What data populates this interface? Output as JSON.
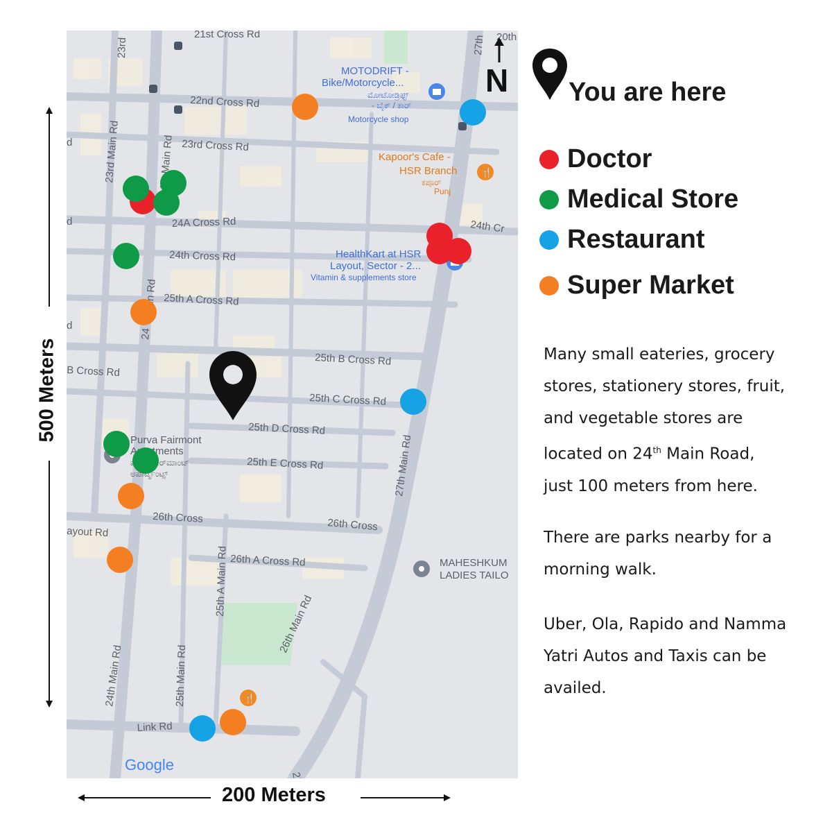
{
  "map": {
    "streets": [
      "21st Cross Rd",
      "22nd Cross Rd",
      "23rd Cross Rd",
      "24A Cross Rd",
      "24th Cross Rd",
      "25th A Cross Rd",
      "25th B Cross Rd",
      "25th C Cross Rd",
      "25th D Cross Rd",
      "25th E Cross Rd",
      "26th Cross",
      "26th Cross",
      "26th A Cross Rd",
      "Link Rd",
      "23rd Main Rd",
      "24th Main Rd",
      "24th Main Rd",
      "25th A Main Rd",
      "25th Main Rd",
      "26th Main Rd",
      "27th Main Rd",
      "27th Ma",
      "27th",
      "24th Cr",
      "B Cross Rd",
      "ayout Rd",
      "20th",
      "23rd",
      "d",
      "d",
      "d",
      "ain Rd",
      "24"
    ],
    "pois": {
      "motodrift": [
        "MOTODRIFT -",
        "Bike/Motorcycle...",
        "ಮೋಟೋಡ್ರಿಫ್ಟ್",
        "- ಬೈಕ್ / ಕಾರ್",
        "Motorcycle shop"
      ],
      "kapoor": [
        "Kapoor's Cafe -",
        "HSR Branch",
        "ಕಪೂರ್",
        "Punj"
      ],
      "healthkart": [
        "HealthKart at HSR",
        "Layout, Sector - 2...",
        "Vitamin & supplements store"
      ],
      "purva": [
        "Purva Fairmont",
        "Apartments",
        "ಪೂರ್ವ ಫೇರ್‌ಮಾಂಟ್",
        "ಅಪಾರ್ಟ್ಮೆಂಟ್ಸ್"
      ],
      "mahesh": [
        "MAHESHKUM",
        "LADIES TAILO"
      ]
    },
    "google": "Google",
    "north": "N",
    "markers": [
      {
        "type": "doctor"
      },
      {
        "type": "doctor"
      },
      {
        "type": "doctor"
      },
      {
        "type": "doctor"
      },
      {
        "type": "medical"
      },
      {
        "type": "medical"
      },
      {
        "type": "medical"
      },
      {
        "type": "medical"
      },
      {
        "type": "medical"
      },
      {
        "type": "medical"
      },
      {
        "type": "restaurant"
      },
      {
        "type": "restaurant"
      },
      {
        "type": "restaurant"
      },
      {
        "type": "market"
      },
      {
        "type": "market"
      },
      {
        "type": "market"
      },
      {
        "type": "market"
      },
      {
        "type": "market"
      }
    ]
  },
  "scale": {
    "vertical": "500 Meters",
    "horizontal": "200 Meters"
  },
  "legend": {
    "you_are_here": "You are here",
    "items": [
      {
        "key": "doctor",
        "label": "Doctor",
        "color": "#e8212a"
      },
      {
        "key": "medical",
        "label": "Medical Store",
        "color": "#0f9a47"
      },
      {
        "key": "restaurant",
        "label": "Restaurant",
        "color": "#15a3e6"
      },
      {
        "key": "market",
        "label": "Super Market",
        "color": "#f47e22"
      }
    ]
  },
  "info": {
    "p1_line1": "Many small eateries, grocery",
    "p1_line2": "stores, stationery stores, fruit,",
    "p1_line3": "and vegetable  stores are",
    "p1_line4_pre": "located on 24",
    "p1_line4_sup": "th",
    "p1_line4_post": " Main Road,",
    "p1_line5": "just 100 meters from here.",
    "p2_line1": "There are parks nearby for a",
    "p2_line2": "morning walk.",
    "p3_line1": "Uber, Ola, Rapido and Namma",
    "p3_line2": "Yatri Autos and Taxis can be",
    "p3_line3": "availed."
  }
}
